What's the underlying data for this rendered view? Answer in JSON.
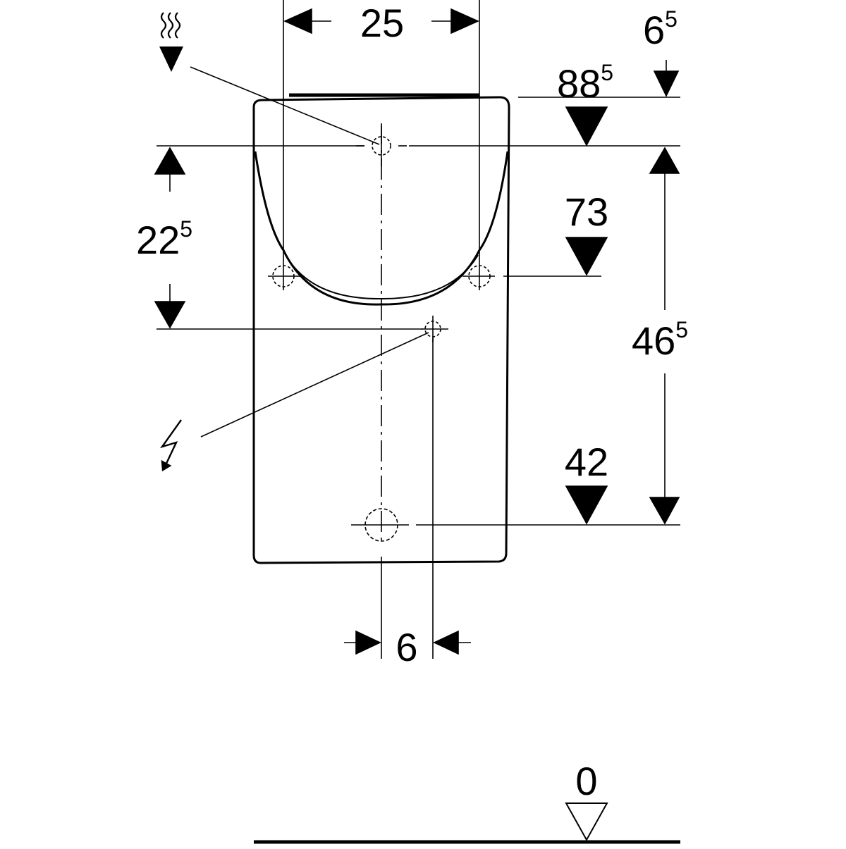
{
  "drawing": {
    "width_dim": {
      "main": "25",
      "sup": ""
    },
    "offset_dim": {
      "main": "6",
      "sup": ""
    },
    "top_gap_dim": {
      "main": "6",
      "sup": "5"
    },
    "inlet_height": {
      "main": "88",
      "sup": "5"
    },
    "mount_height": {
      "main": "73",
      "sup": ""
    },
    "outlet_height": {
      "main": "42",
      "sup": ""
    },
    "inlet_to_power_dim": {
      "main": "22",
      "sup": "5"
    },
    "inlet_to_outlet_dim": {
      "main": "46",
      "sup": "5"
    },
    "floor_level": "0",
    "icons": [
      "water-supply-icon",
      "electric-power-icon"
    ],
    "line_color": "#000000",
    "background_color": "#ffffff"
  }
}
